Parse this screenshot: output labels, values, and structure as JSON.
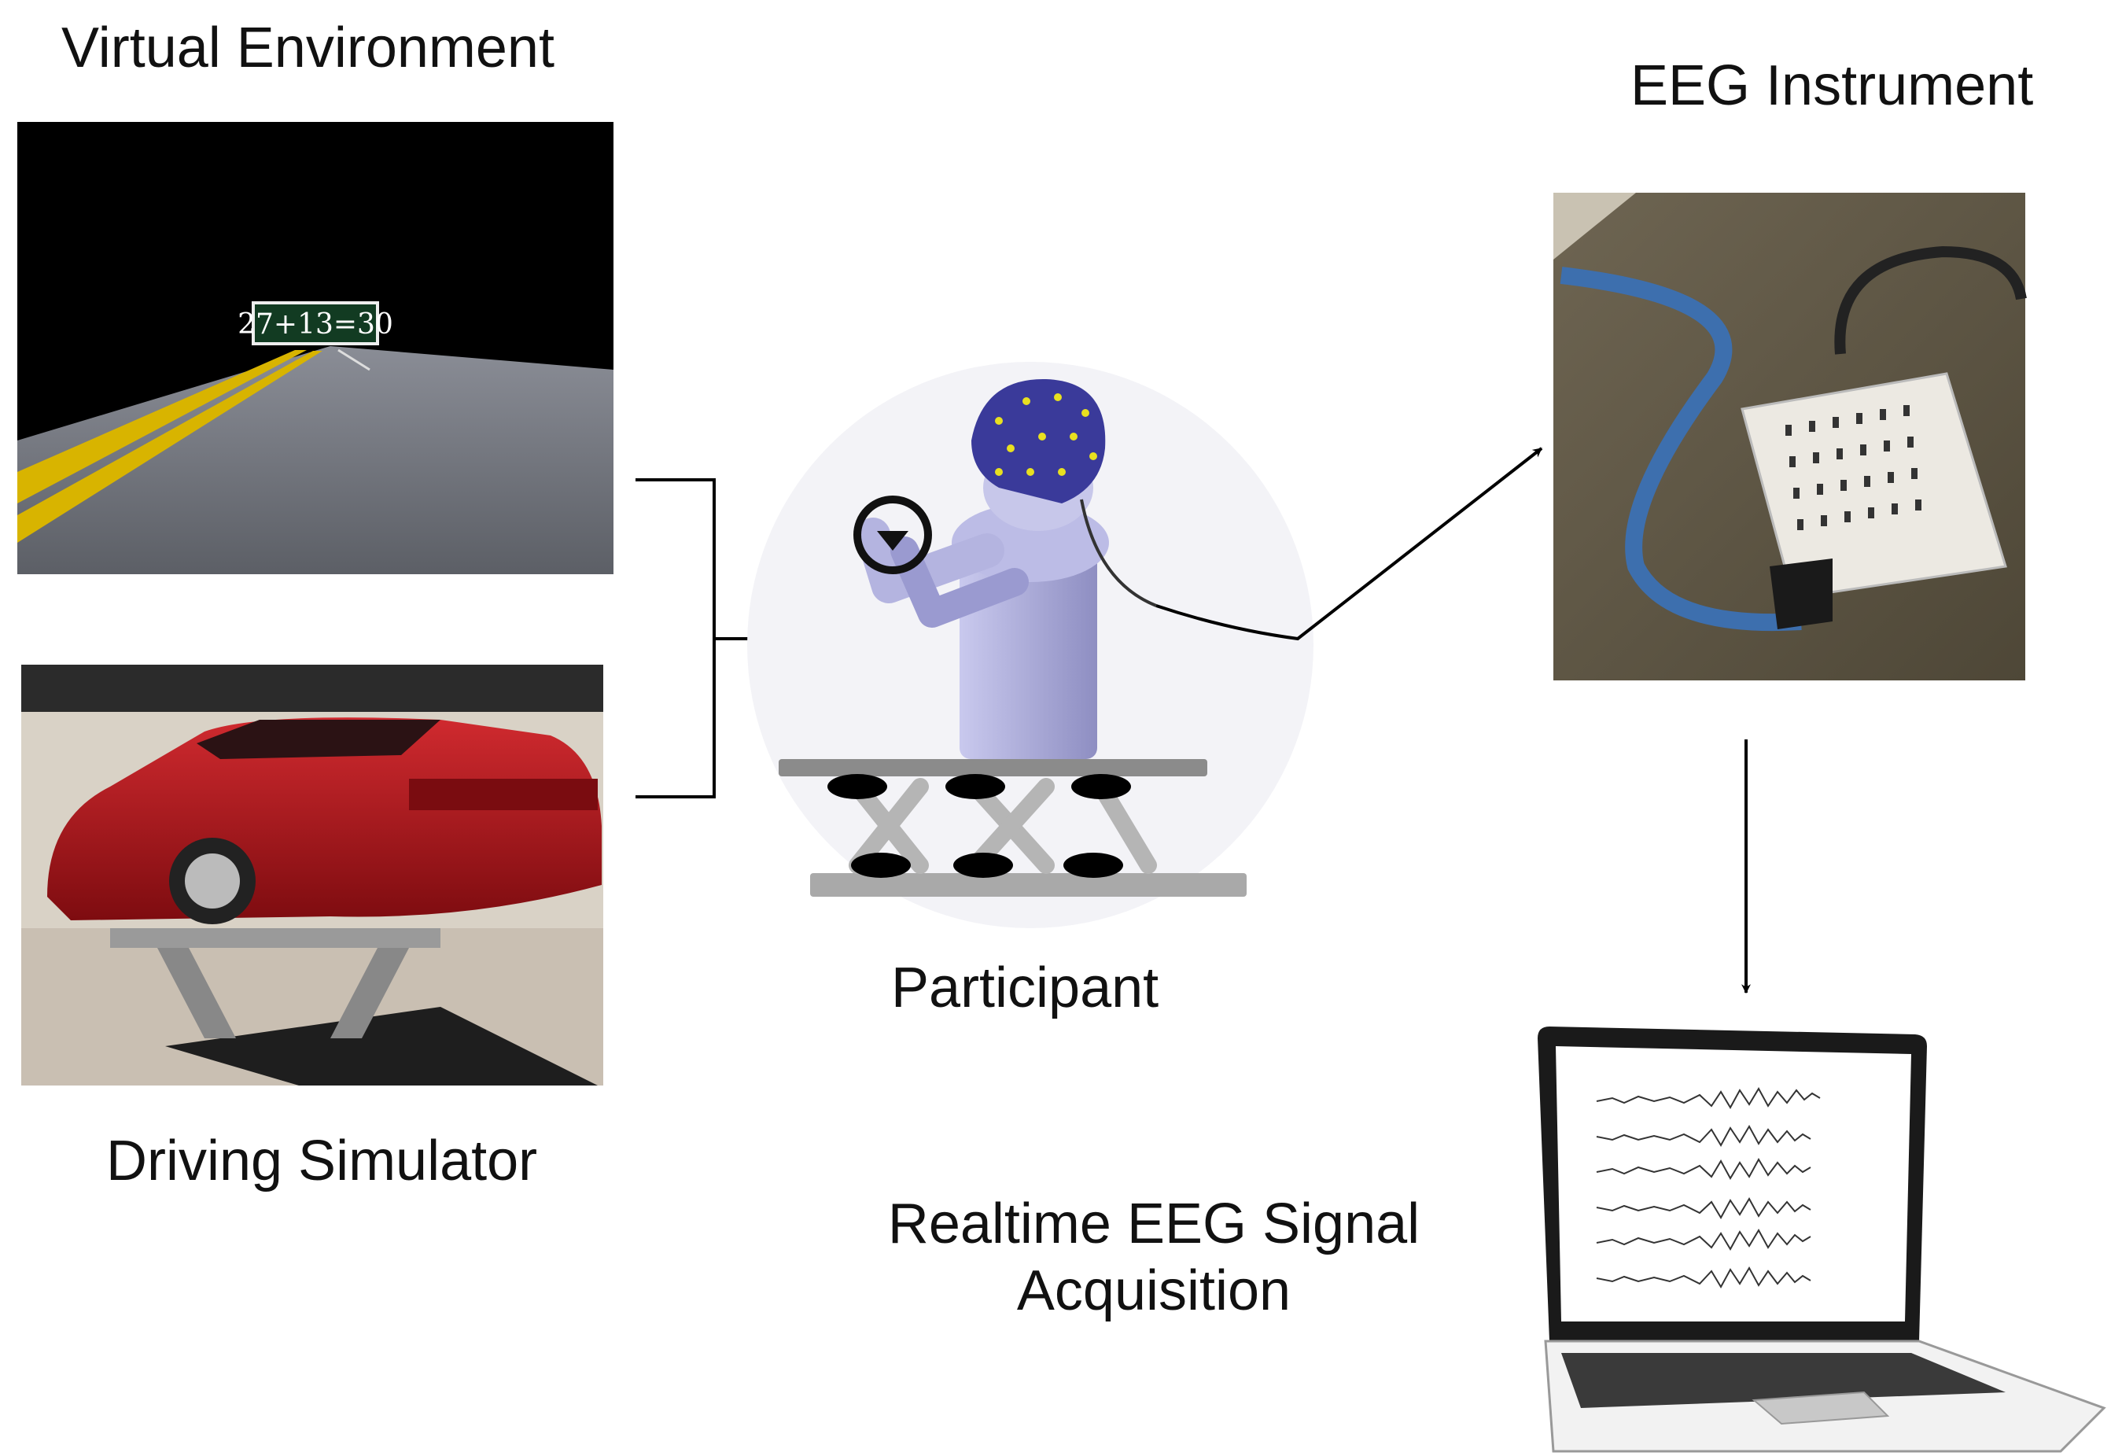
{
  "labels": {
    "virtual_environment": "Virtual Environment",
    "driving_simulator": "Driving Simulator",
    "participant": "Participant",
    "eeg_instrument": "EEG Instrument",
    "realtime_line1": "Realtime EEG Signal",
    "realtime_line2": "Acquisition"
  },
  "virtual_environment": {
    "sign_text": "27+13=30"
  },
  "colors": {
    "road": "#6c6f78",
    "lane_yellow": "#d8b400",
    "car_red": "#b3151c",
    "eeg_cap": "#3a3a9a",
    "eeg_dots": "#e8e020",
    "figure_body": "#a9a9d6",
    "arrow": "#000000"
  }
}
